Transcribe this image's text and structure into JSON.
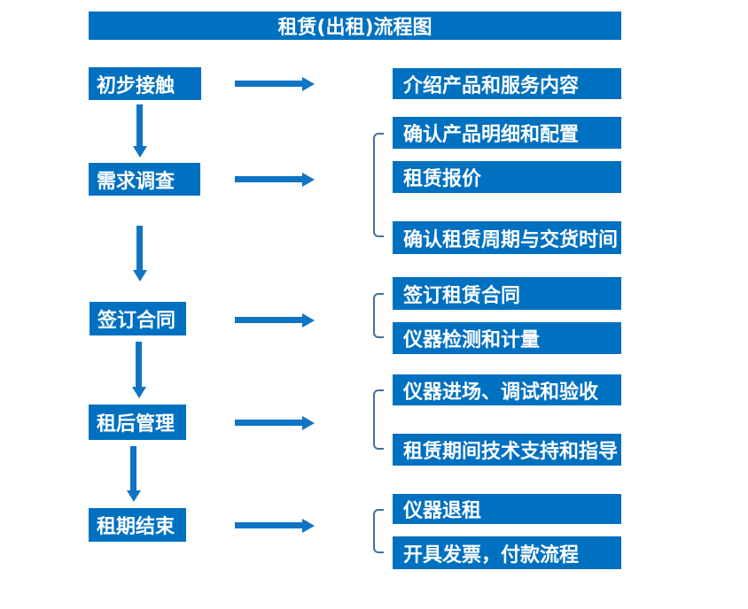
{
  "title": "租赁(出租)流程图",
  "colors": {
    "primary": "#0070C0",
    "arrow": "#0F74C4",
    "bracket": "#41719C",
    "text": "#FFFFFF",
    "background": "#FFFFFF"
  },
  "steps": [
    {
      "label": "初步接触",
      "outputs": [
        "介绍产品和服务内容"
      ]
    },
    {
      "label": "需求调查",
      "outputs": [
        "确认产品明细和配置",
        "租赁报价",
        "确认租赁周期与交货时间"
      ]
    },
    {
      "label": "签订合同",
      "outputs": [
        "签订租赁合同",
        "仪器检测和计量"
      ]
    },
    {
      "label": "租后管理",
      "outputs": [
        "仪器进场、调试和验收",
        "租赁期间技术支持和指导"
      ]
    },
    {
      "label": "租期结束",
      "outputs": [
        "仪器退租",
        "开具发票，付款流程"
      ]
    }
  ]
}
